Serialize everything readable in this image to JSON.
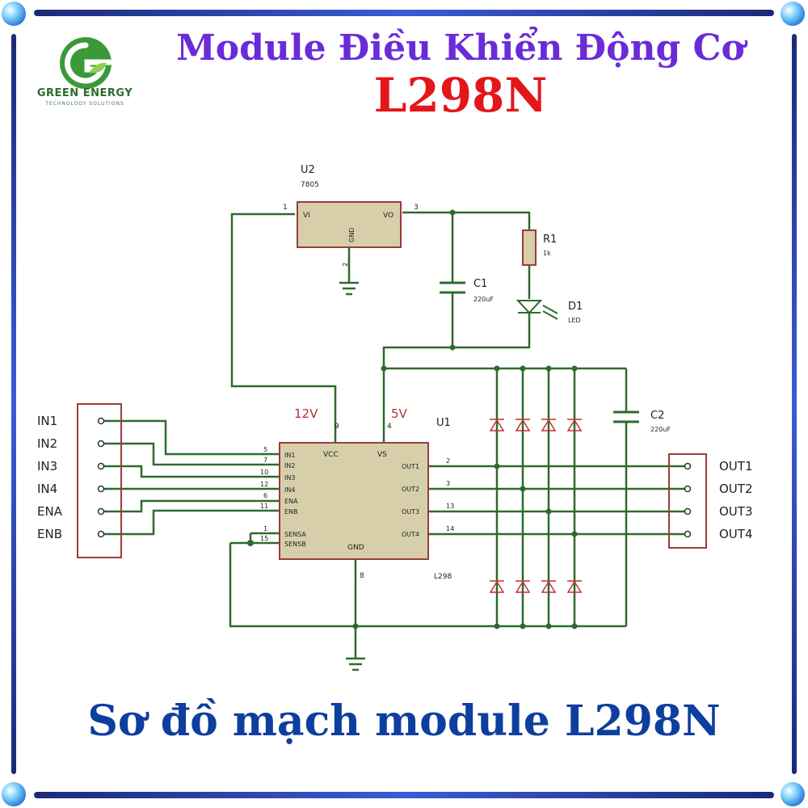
{
  "header": {
    "title_line1": "Module Điều Khiển Động Cơ",
    "title_line2": "L298N"
  },
  "logo": {
    "name": "GREEN ENERGY",
    "tagline": "TECHNOLOGY SOLUTIONS"
  },
  "caption": "Sơ đồ mạch module L298N",
  "schematic": {
    "u2": {
      "ref": "U2",
      "part": "7805",
      "pin_vi": "VI",
      "pin_vo": "VO",
      "pin_gnd": "GND",
      "pin1": "1",
      "pin2": "2",
      "pin3": "3"
    },
    "r1": {
      "ref": "R1",
      "value": "1k"
    },
    "c1": {
      "ref": "C1",
      "value": "220uF"
    },
    "d1": {
      "ref": "D1",
      "value": "LED"
    },
    "c2": {
      "ref": "C2",
      "value": "220uF"
    },
    "u1": {
      "ref": "U1",
      "part": "L298",
      "vcc": "VCC",
      "vs": "VS",
      "gnd": "GND",
      "label_12v": "12V",
      "label_5v": "5V",
      "pin9": "9",
      "pin4": "4",
      "pin8": "8",
      "inputs": [
        {
          "name": "IN1",
          "pin": "5"
        },
        {
          "name": "IN2",
          "pin": "7"
        },
        {
          "name": "IN3",
          "pin": "10"
        },
        {
          "name": "IN4",
          "pin": "12"
        },
        {
          "name": "ENA",
          "pin": "6"
        },
        {
          "name": "ENB",
          "pin": "11"
        },
        {
          "name": "SENSA",
          "pin": "1"
        },
        {
          "name": "SENSB",
          "pin": "15"
        }
      ],
      "outputs": [
        {
          "name": "OUT1",
          "pin": "2"
        },
        {
          "name": "OUT2",
          "pin": "3"
        },
        {
          "name": "OUT3",
          "pin": "13"
        },
        {
          "name": "OUT4",
          "pin": "14"
        }
      ]
    },
    "left_connector": [
      "IN1",
      "IN2",
      "IN3",
      "IN4",
      "ENA",
      "ENB"
    ],
    "right_connector": [
      "OUT1",
      "OUT2",
      "OUT3",
      "OUT4"
    ]
  },
  "colors": {
    "wire": "#2e6a2e",
    "chip_fill": "#d6cfaa",
    "label_red": "#b03030",
    "connector": "#9a3c3c"
  }
}
